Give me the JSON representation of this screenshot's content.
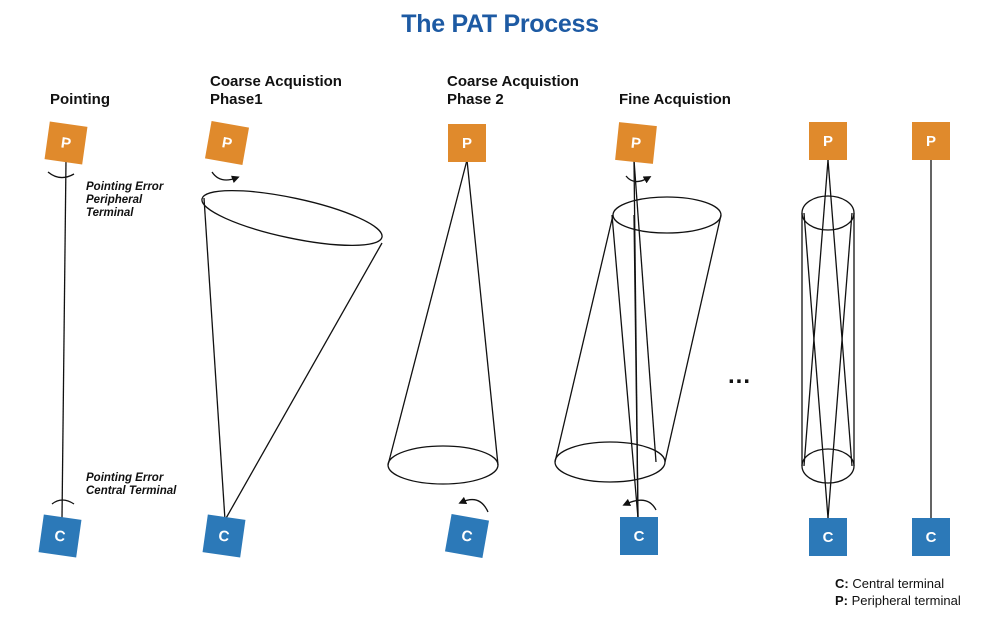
{
  "title": "The PAT Process",
  "phases": [
    {
      "label_line1": "Pointing",
      "label_line2": ""
    },
    {
      "label_line1": "Coarse Acquistion",
      "label_line2": "Phase1"
    },
    {
      "label_line1": "Coarse Acquistion",
      "label_line2": "Phase 2"
    },
    {
      "label_line1": "Fine Acquistion",
      "label_line2": ""
    }
  ],
  "notes": {
    "peripheral": [
      "Pointing Error",
      "Peripheral",
      "Terminal"
    ],
    "central": [
      "Pointing Error",
      "Central Terminal"
    ]
  },
  "terminal_letters": {
    "peripheral": "P",
    "central": "C"
  },
  "ellipsis": "...",
  "legend": {
    "c_key": "C:",
    "c_text": "Central terminal",
    "p_key": "P:",
    "p_text": "Peripheral terminal"
  },
  "colors": {
    "title": "#1d5aa3",
    "peripheral": "#e08a2c",
    "central": "#2c79b8"
  }
}
